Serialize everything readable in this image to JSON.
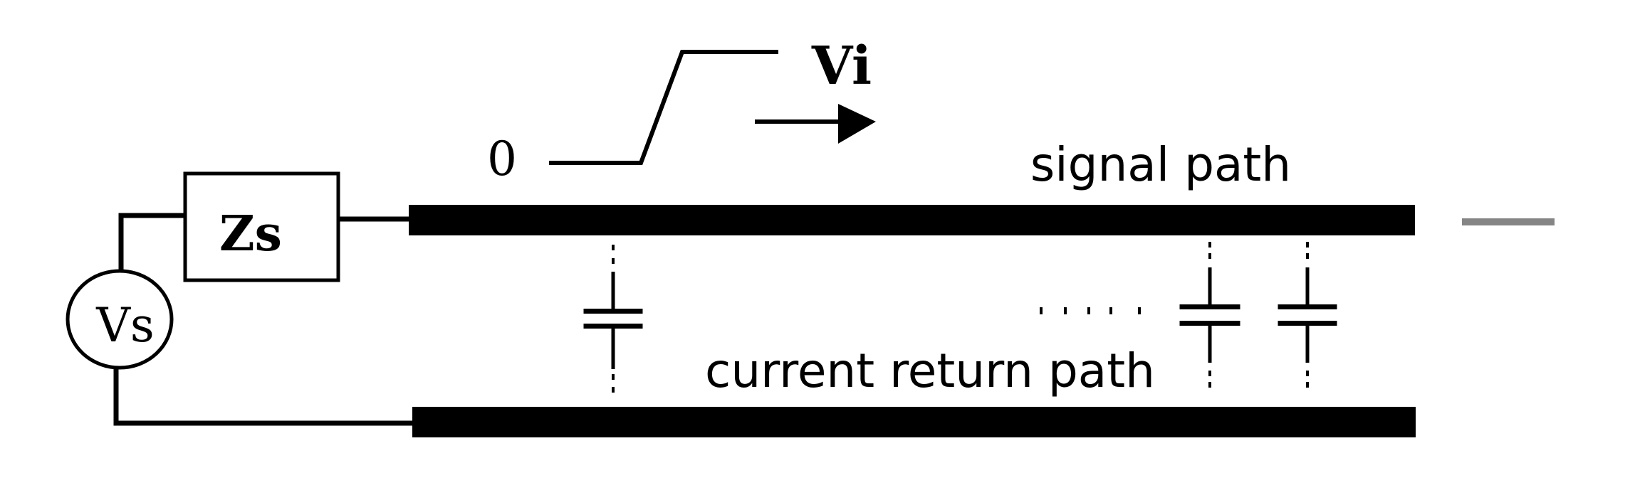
{
  "labels": {
    "source_impedance": "Zs",
    "source_voltage": "Vs",
    "step_low": "0",
    "incident_voltage": "Vi",
    "signal_path": "signal path",
    "return_path": "current return path"
  },
  "colors": {
    "ink": "#000000",
    "background": "#ffffff"
  }
}
